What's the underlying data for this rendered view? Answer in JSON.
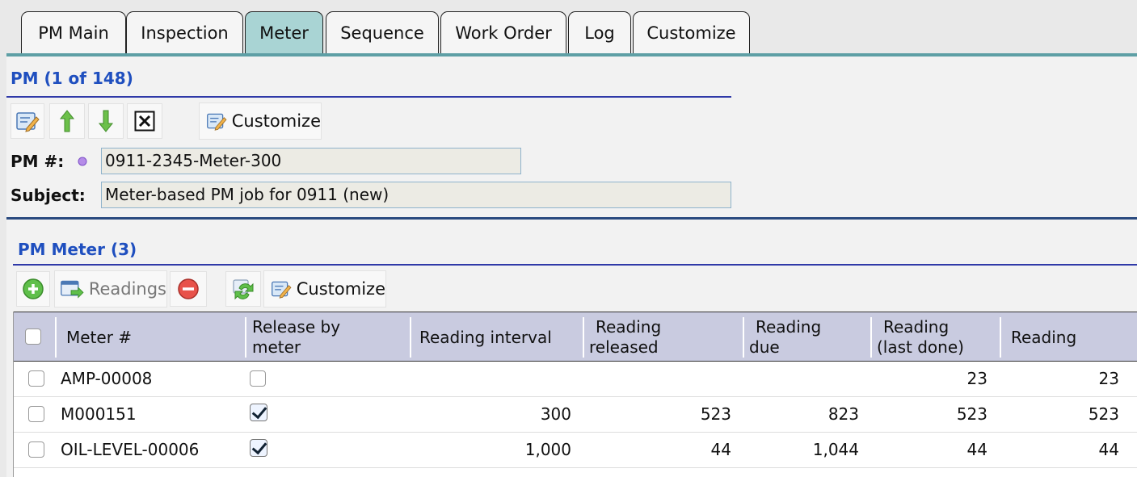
{
  "tabs": [
    {
      "label": "PM Main",
      "active": false
    },
    {
      "label": "Inspection",
      "active": false
    },
    {
      "label": "Meter",
      "active": true
    },
    {
      "label": "Sequence",
      "active": false
    },
    {
      "label": "Work Order",
      "active": false
    },
    {
      "label": "Log",
      "active": false
    },
    {
      "label": "Customize",
      "active": false
    }
  ],
  "pm": {
    "title": "PM (1 of 148)",
    "toolbar": {
      "customize_label": "Customize",
      "icons": [
        "edit-icon",
        "up-arrow-icon",
        "down-arrow-icon",
        "close-icon",
        "customize-icon"
      ]
    },
    "pm_number_label": "PM #:",
    "pm_number_value": "0911-2345-Meter-300",
    "subject_label": "Subject:",
    "subject_value": "Meter-based PM job for 0911 (new)"
  },
  "meter": {
    "title": "PM Meter (3)",
    "toolbar": {
      "readings_label": "Readings",
      "customize_label": "Customize",
      "icons": [
        "add-icon",
        "readings-icon",
        "remove-icon",
        "refresh-icon",
        "customize-icon"
      ]
    },
    "columns": {
      "meter": "Meter #",
      "release_1": "Release by",
      "release_2": "meter",
      "interval": "Reading interval",
      "released_1": "Reading",
      "released_2": "released",
      "due_1": "Reading",
      "due_2": "due",
      "last_1": "Reading",
      "last_2": "(last done)",
      "reading": "Reading"
    },
    "rows": [
      {
        "meter": "AMP-00008",
        "release": false,
        "interval": "",
        "released": "",
        "due": "",
        "last": "23",
        "reading": "23"
      },
      {
        "meter": "M000151",
        "release": true,
        "interval": "300",
        "released": "523",
        "due": "823",
        "last": "523",
        "reading": "523"
      },
      {
        "meter": "OIL-LEVEL-00006",
        "release": true,
        "interval": "1,000",
        "released": "44",
        "due": "1,044",
        "last": "44",
        "reading": "44"
      }
    ]
  },
  "colors": {
    "active_tab": "#a9d4d4",
    "section_title": "#1f4fbf",
    "grid_header": "#c9cbe0",
    "field_bg": "#ecebe4"
  }
}
